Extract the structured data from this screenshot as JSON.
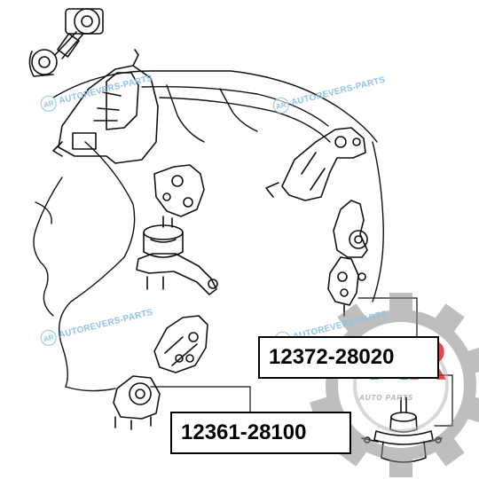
{
  "part_numbers": {
    "upper_mount": "12372-28020",
    "lower_mount": "12361-28100"
  },
  "watermark": {
    "badge": "AR",
    "text": "AUTOREVERS-PARTS"
  },
  "brand": {
    "logo_letters": "AR",
    "tagline": "AUTO PARTS",
    "accent_color": "#e8141c",
    "gear_color": "#8a8a8a"
  },
  "icons": [
    "gear-icon",
    "engine-mount-icon"
  ]
}
